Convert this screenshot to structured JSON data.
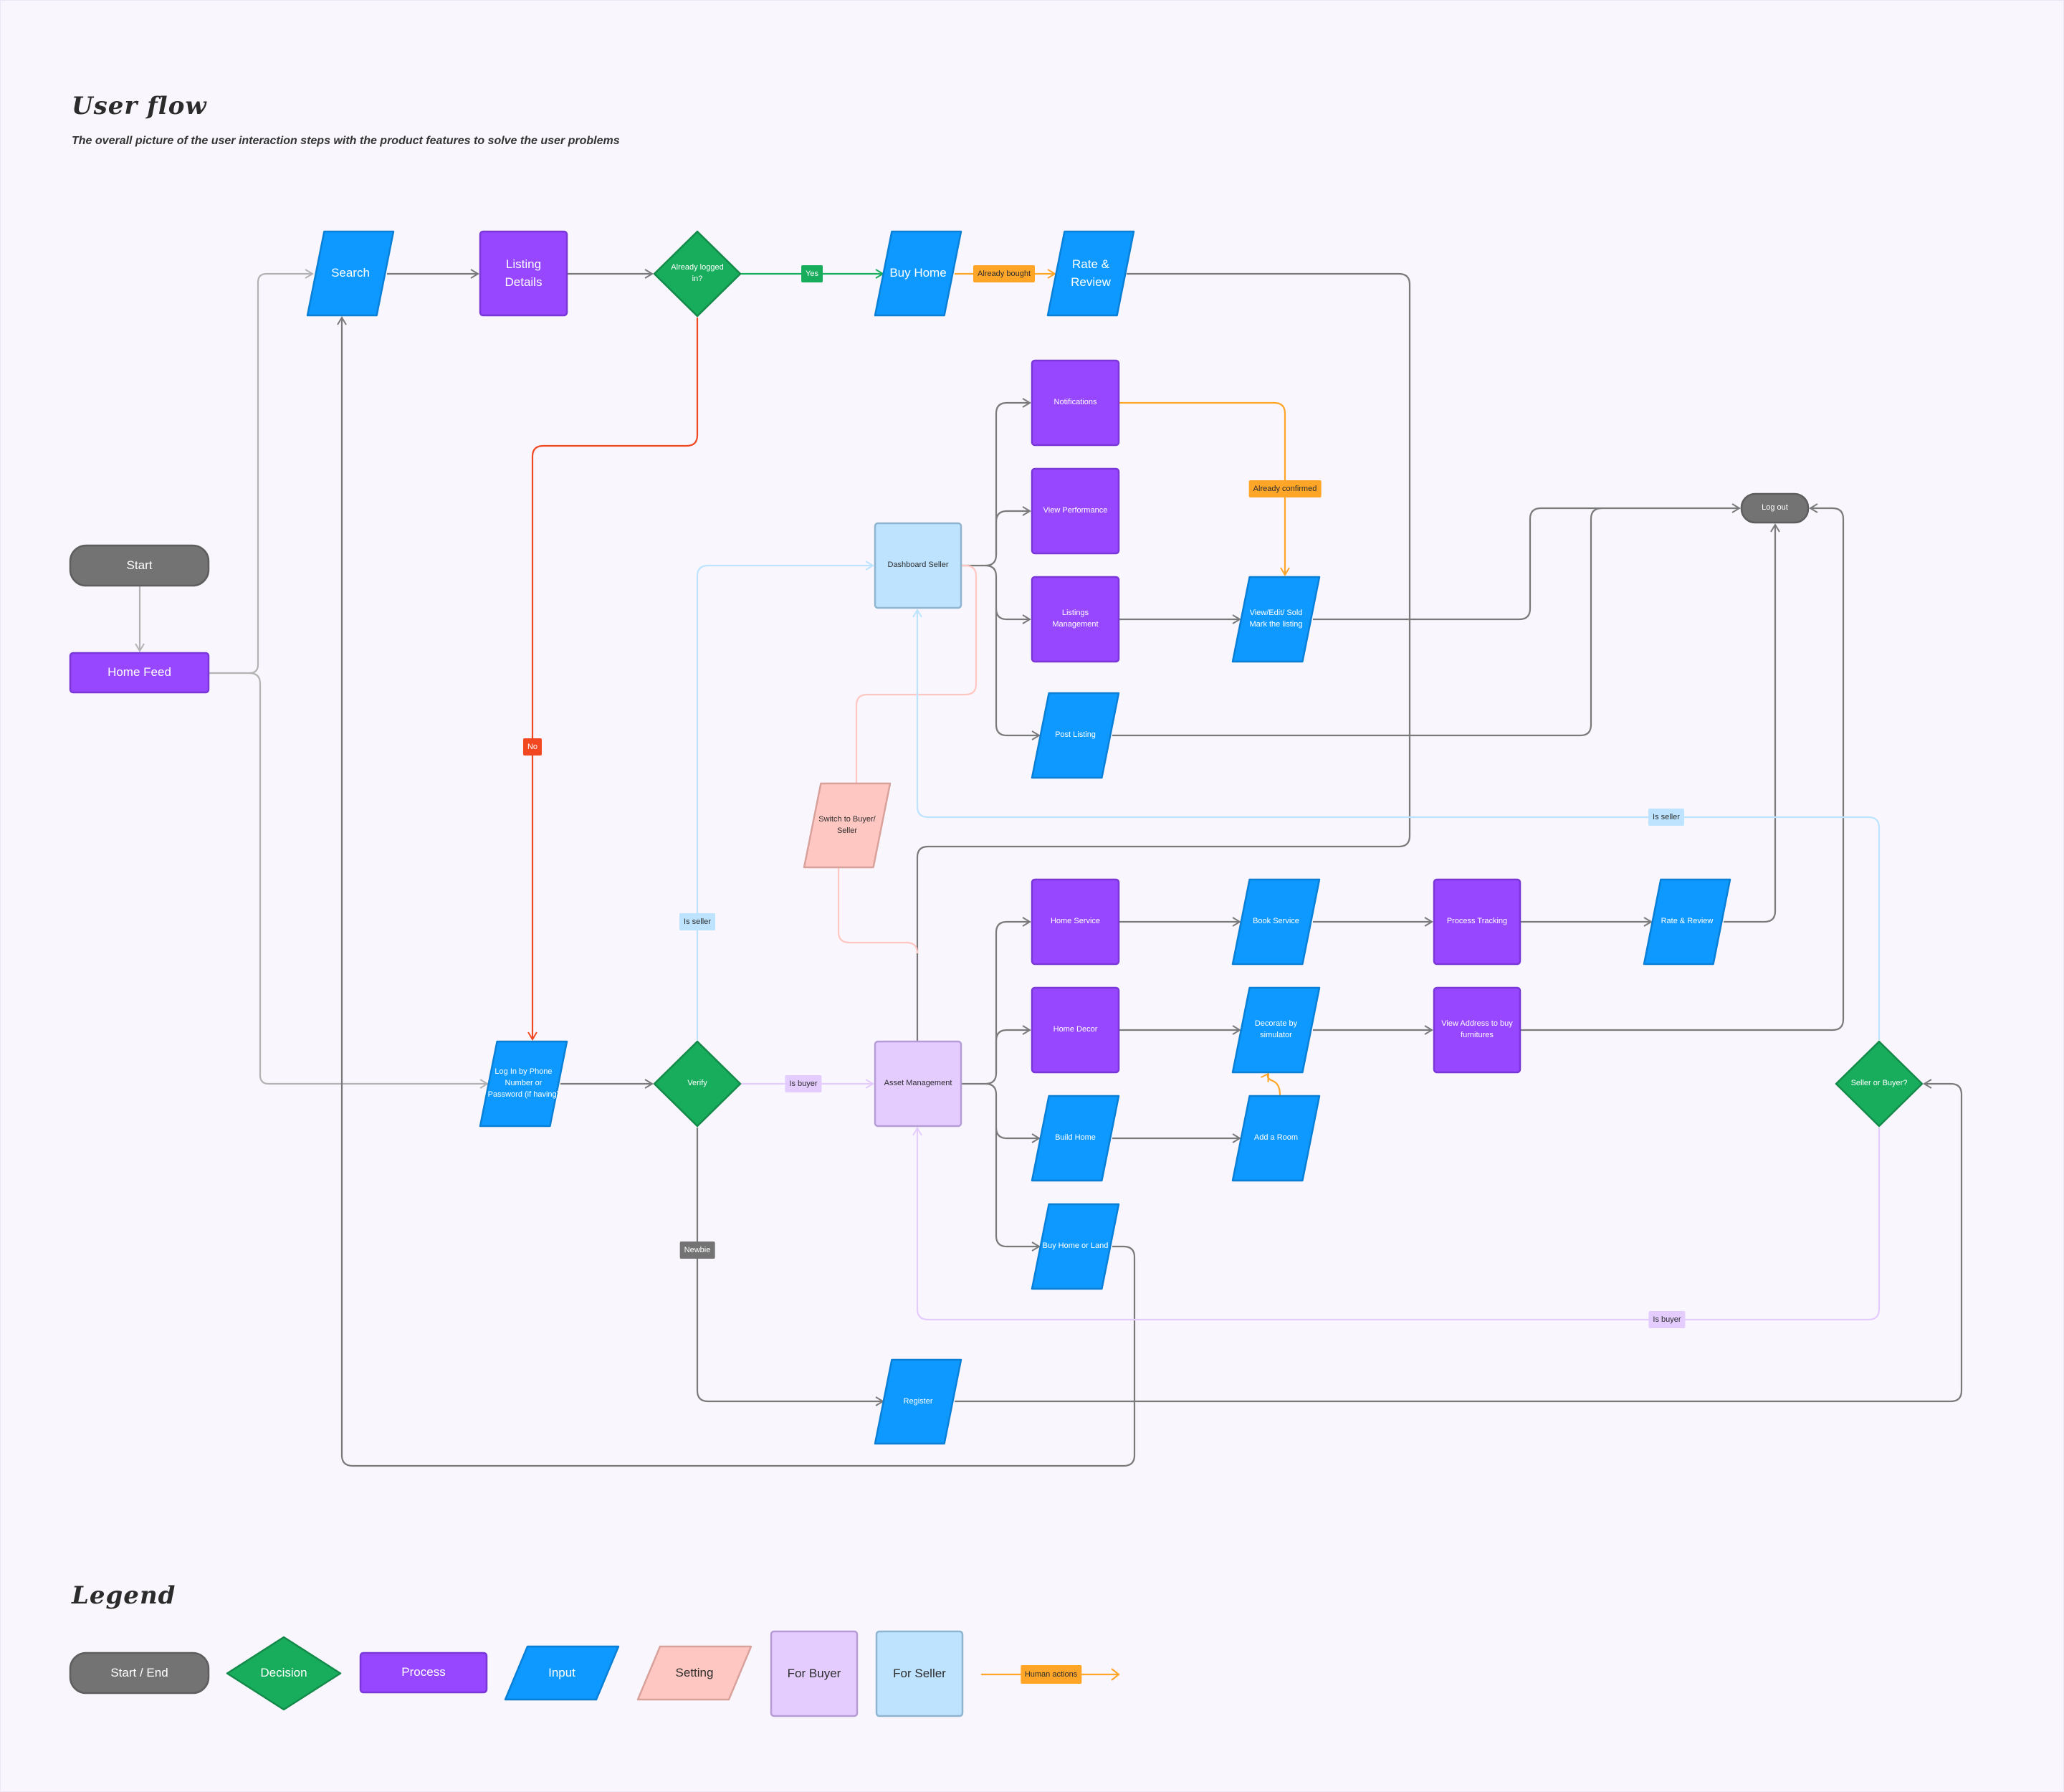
{
  "header": {
    "title": "User flow",
    "subtitle": "The overall picture of the user interaction steps with the product features to solve the user problems"
  },
  "colors": {
    "start_end": "#737373",
    "decision": "#18ad5c",
    "process": "#9747ff",
    "input": "#0d99ff",
    "setting": "#ffc7c2",
    "for_buyer": "#e4ccff",
    "for_seller": "#bde3ff",
    "human_action": "#ffa629",
    "no_path": "#f24822",
    "connector": "#7a7a7a"
  },
  "nodes": {
    "start": "Start",
    "home_feed": "Home Feed",
    "search": "Search",
    "listing_details": "Listing Details",
    "already_logged_in": "Already logged in?",
    "buy_home": "Buy Home",
    "rate_review_top": "Rate & Review",
    "notifications": "Notifications",
    "view_performance": "View Performance",
    "listings_management": "Listings Management",
    "view_edit_sold": "View/Edit/ Sold Mark the listing",
    "post_listing": "Post Listing",
    "dashboard_seller": "Dashboard Seller",
    "log_out": "Log out",
    "switch_buyer_seller": "Switch to Buyer/ Seller",
    "log_in": "Log In by Phone Number or Password (if having)",
    "verify": "Verify",
    "asset_management": "Asset Management",
    "home_service": "Home Service",
    "book_service": "Book Service",
    "process_tracking": "Process Tracking",
    "rate_review_bottom": "Rate & Review",
    "home_decor": "Home Decor",
    "decorate_simulator": "Decorate by simulator",
    "view_address": "View Address to buy furnitures",
    "build_home": "Build Home",
    "add_room": "Add a Room",
    "buy_home_land": "Buy Home or Land",
    "seller_or_buyer": "Seller or Buyer?",
    "register": "Register"
  },
  "edge_labels": {
    "yes": "Yes",
    "already_bought": "Already bought",
    "already_confirmed": "Already confirmed",
    "no": "No",
    "is_seller_left": "Is seller",
    "is_buyer_mid": "Is buyer",
    "newbie": "Newbie",
    "is_seller_right": "Is seller",
    "is_buyer_right": "Is buyer"
  },
  "legend": {
    "title": "Legend",
    "items": [
      "Start / End",
      "Decision",
      "Process",
      "Input",
      "Setting",
      "For Buyer",
      "For Seller",
      "Human actions"
    ]
  }
}
